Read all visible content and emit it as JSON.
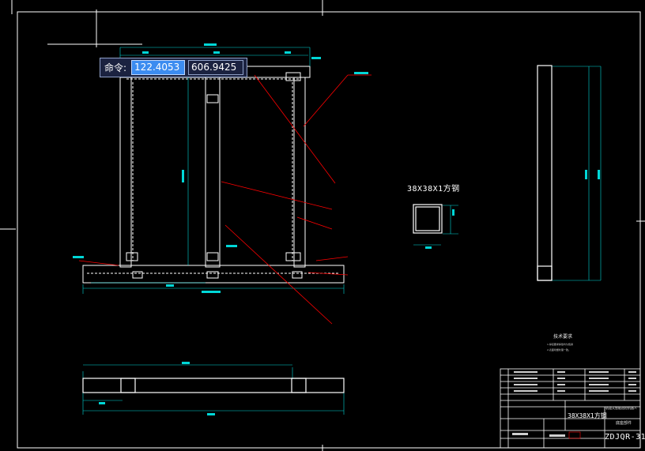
{
  "command_line": {
    "label": "命令:",
    "x_value": "122.4053",
    "y_value": "606.9425"
  },
  "drawing": {
    "profile_label": "38X38X1方钢",
    "tech_requirements": {
      "title": "技术要求",
      "notes": [
        "1.焊接要求焊缝均匀饱满",
        "2.表面喷塑处理一致。"
      ]
    },
    "title_block": {
      "part_name": "38X38X1方钢",
      "drawing_code": "ZDJQR-31",
      "unit_name": "轨道式智能巡检机器人",
      "assembly_name": "底座部件"
    }
  },
  "colors": {
    "background": "#000000",
    "geometry": "#ffffff",
    "dimension": "#00d7d7",
    "leader": "#ff0000",
    "frame": "#ffffff"
  }
}
